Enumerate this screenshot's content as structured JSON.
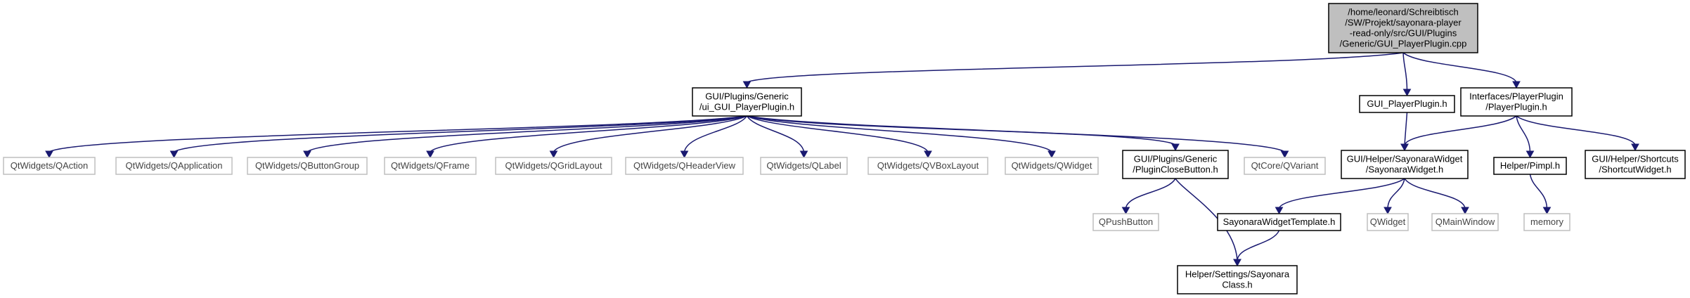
{
  "diagram": {
    "type": "include-dependency-graph",
    "colors": {
      "edge": "#191970",
      "focus_fill": "#bfbfbf",
      "node_border": "#000000",
      "external_border": "#bfbfbf"
    },
    "nodes": [
      {
        "id": "root",
        "lines": [
          "/home/leonard/Schreibtisch",
          "/SW/Projekt/sayonara-player",
          "-read-only/src/GUI/Plugins",
          "/Generic/GUI_PlayerPlugin.cpp"
        ],
        "style": "focus"
      },
      {
        "id": "ui_h",
        "lines": [
          "GUI/Plugins/Generic",
          "/ui_GUI_PlayerPlugin.h"
        ],
        "style": "dark"
      },
      {
        "id": "gui_h",
        "lines": [
          "GUI_PlayerPlugin.h"
        ],
        "style": "dark"
      },
      {
        "id": "iface",
        "lines": [
          "Interfaces/PlayerPlugin",
          "/PlayerPlugin.h"
        ],
        "style": "dark"
      },
      {
        "id": "qaction",
        "lines": [
          "QtWidgets/QAction"
        ],
        "style": "light"
      },
      {
        "id": "qapplication",
        "lines": [
          "QtWidgets/QApplication"
        ],
        "style": "light"
      },
      {
        "id": "qbuttongroup",
        "lines": [
          "QtWidgets/QButtonGroup"
        ],
        "style": "light"
      },
      {
        "id": "qframe",
        "lines": [
          "QtWidgets/QFrame"
        ],
        "style": "light"
      },
      {
        "id": "qgridlayout",
        "lines": [
          "QtWidgets/QGridLayout"
        ],
        "style": "light"
      },
      {
        "id": "qheaderview",
        "lines": [
          "QtWidgets/QHeaderView"
        ],
        "style": "light"
      },
      {
        "id": "qlabel",
        "lines": [
          "QtWidgets/QLabel"
        ],
        "style": "light"
      },
      {
        "id": "qvboxlayout",
        "lines": [
          "QtWidgets/QVBoxLayout"
        ],
        "style": "light"
      },
      {
        "id": "qwidget_w",
        "lines": [
          "QtWidgets/QWidget"
        ],
        "style": "light"
      },
      {
        "id": "closebtn",
        "lines": [
          "GUI/Plugins/Generic",
          "/PluginCloseButton.h"
        ],
        "style": "dark"
      },
      {
        "id": "qvariant",
        "lines": [
          "QtCore/QVariant"
        ],
        "style": "light"
      },
      {
        "id": "sayw",
        "lines": [
          "GUI/Helper/SayonaraWidget",
          "/SayonaraWidget.h"
        ],
        "style": "dark"
      },
      {
        "id": "pimpl",
        "lines": [
          "Helper/Pimpl.h"
        ],
        "style": "dark"
      },
      {
        "id": "shortcut",
        "lines": [
          "GUI/Helper/Shortcuts",
          "/ShortcutWidget.h"
        ],
        "style": "dark"
      },
      {
        "id": "qpush",
        "lines": [
          "QPushButton"
        ],
        "style": "light"
      },
      {
        "id": "swt",
        "lines": [
          "SayonaraWidgetTemplate.h"
        ],
        "style": "dark"
      },
      {
        "id": "qwidget",
        "lines": [
          "QWidget"
        ],
        "style": "light"
      },
      {
        "id": "qmainwindow",
        "lines": [
          "QMainWindow"
        ],
        "style": "light"
      },
      {
        "id": "memory",
        "lines": [
          "memory"
        ],
        "style": "light"
      },
      {
        "id": "settings",
        "lines": [
          "Helper/Settings/Sayonara",
          "Class.h"
        ],
        "style": "dark"
      }
    ],
    "edges": [
      [
        "root",
        "ui_h"
      ],
      [
        "root",
        "gui_h"
      ],
      [
        "root",
        "iface"
      ],
      [
        "ui_h",
        "qaction"
      ],
      [
        "ui_h",
        "qapplication"
      ],
      [
        "ui_h",
        "qbuttongroup"
      ],
      [
        "ui_h",
        "qframe"
      ],
      [
        "ui_h",
        "qgridlayout"
      ],
      [
        "ui_h",
        "qheaderview"
      ],
      [
        "ui_h",
        "qlabel"
      ],
      [
        "ui_h",
        "qvboxlayout"
      ],
      [
        "ui_h",
        "qwidget_w"
      ],
      [
        "ui_h",
        "closebtn"
      ],
      [
        "ui_h",
        "qvariant"
      ],
      [
        "closebtn",
        "qpush"
      ],
      [
        "closebtn",
        "settings"
      ],
      [
        "gui_h",
        "sayw"
      ],
      [
        "iface",
        "sayw"
      ],
      [
        "iface",
        "pimpl"
      ],
      [
        "iface",
        "shortcut"
      ],
      [
        "sayw",
        "swt"
      ],
      [
        "sayw",
        "qwidget"
      ],
      [
        "sayw",
        "qmainwindow"
      ],
      [
        "swt",
        "settings"
      ],
      [
        "pimpl",
        "memory"
      ]
    ]
  }
}
